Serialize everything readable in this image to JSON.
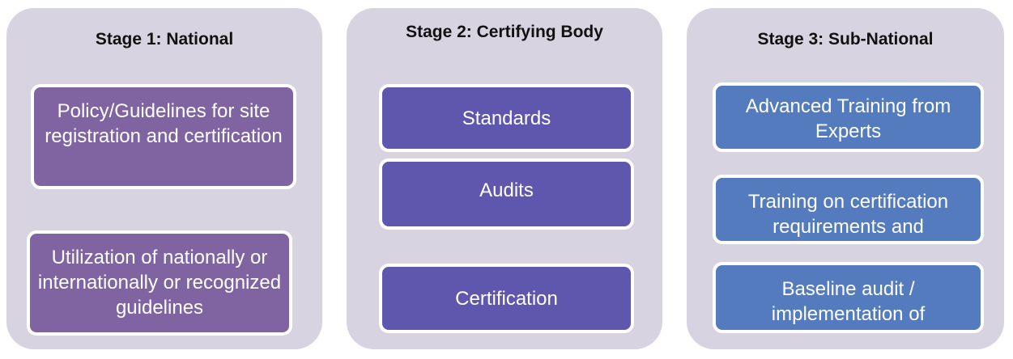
{
  "stages": [
    {
      "title": "Stage 1: National",
      "items": [
        "Policy/Guidelines for site registration and certification",
        "Utilization of nationally or internationally or recognized guidelines"
      ]
    },
    {
      "title": "Stage 2: Certifying Body",
      "items": [
        "Standards",
        "Audits",
        "Certification"
      ]
    },
    {
      "title": "Stage 3: Sub-National",
      "items": [
        "Advanced Training from Experts",
        "Training on certification requirements and",
        "Baseline audit / implementation of"
      ]
    }
  ],
  "colors": {
    "panel": "#d7d3e1",
    "stage1": "#8064a2",
    "stage2": "#5f56ad",
    "stage3": "#537bbd"
  }
}
